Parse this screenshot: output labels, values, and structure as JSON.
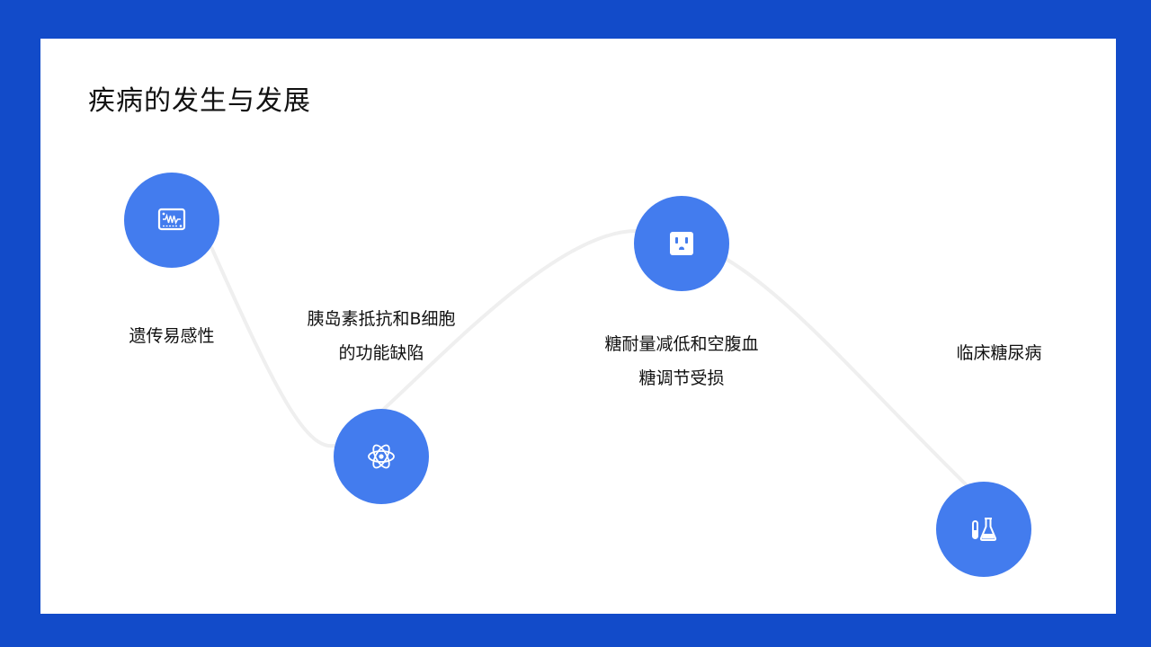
{
  "title": "疾病的发生与发展",
  "steps": [
    {
      "label_lines": [
        "遗传易感性"
      ],
      "icon": "monitor-icon"
    },
    {
      "label_lines": [
        "胰岛素抵抗和B细胞",
        "的功能缺陷"
      ],
      "icon": "atom-icon"
    },
    {
      "label_lines": [
        "糖耐量减低和空腹血",
        "糖调节受损"
      ],
      "icon": "outlet-icon"
    },
    {
      "label_lines": [
        "临床糖尿病"
      ],
      "icon": "test-tube-flask-icon"
    }
  ],
  "colors": {
    "background": "#124bc9",
    "card": "#ffffff",
    "node": "#437cee",
    "curve": "#f0f0f0",
    "text": "#111111"
  }
}
